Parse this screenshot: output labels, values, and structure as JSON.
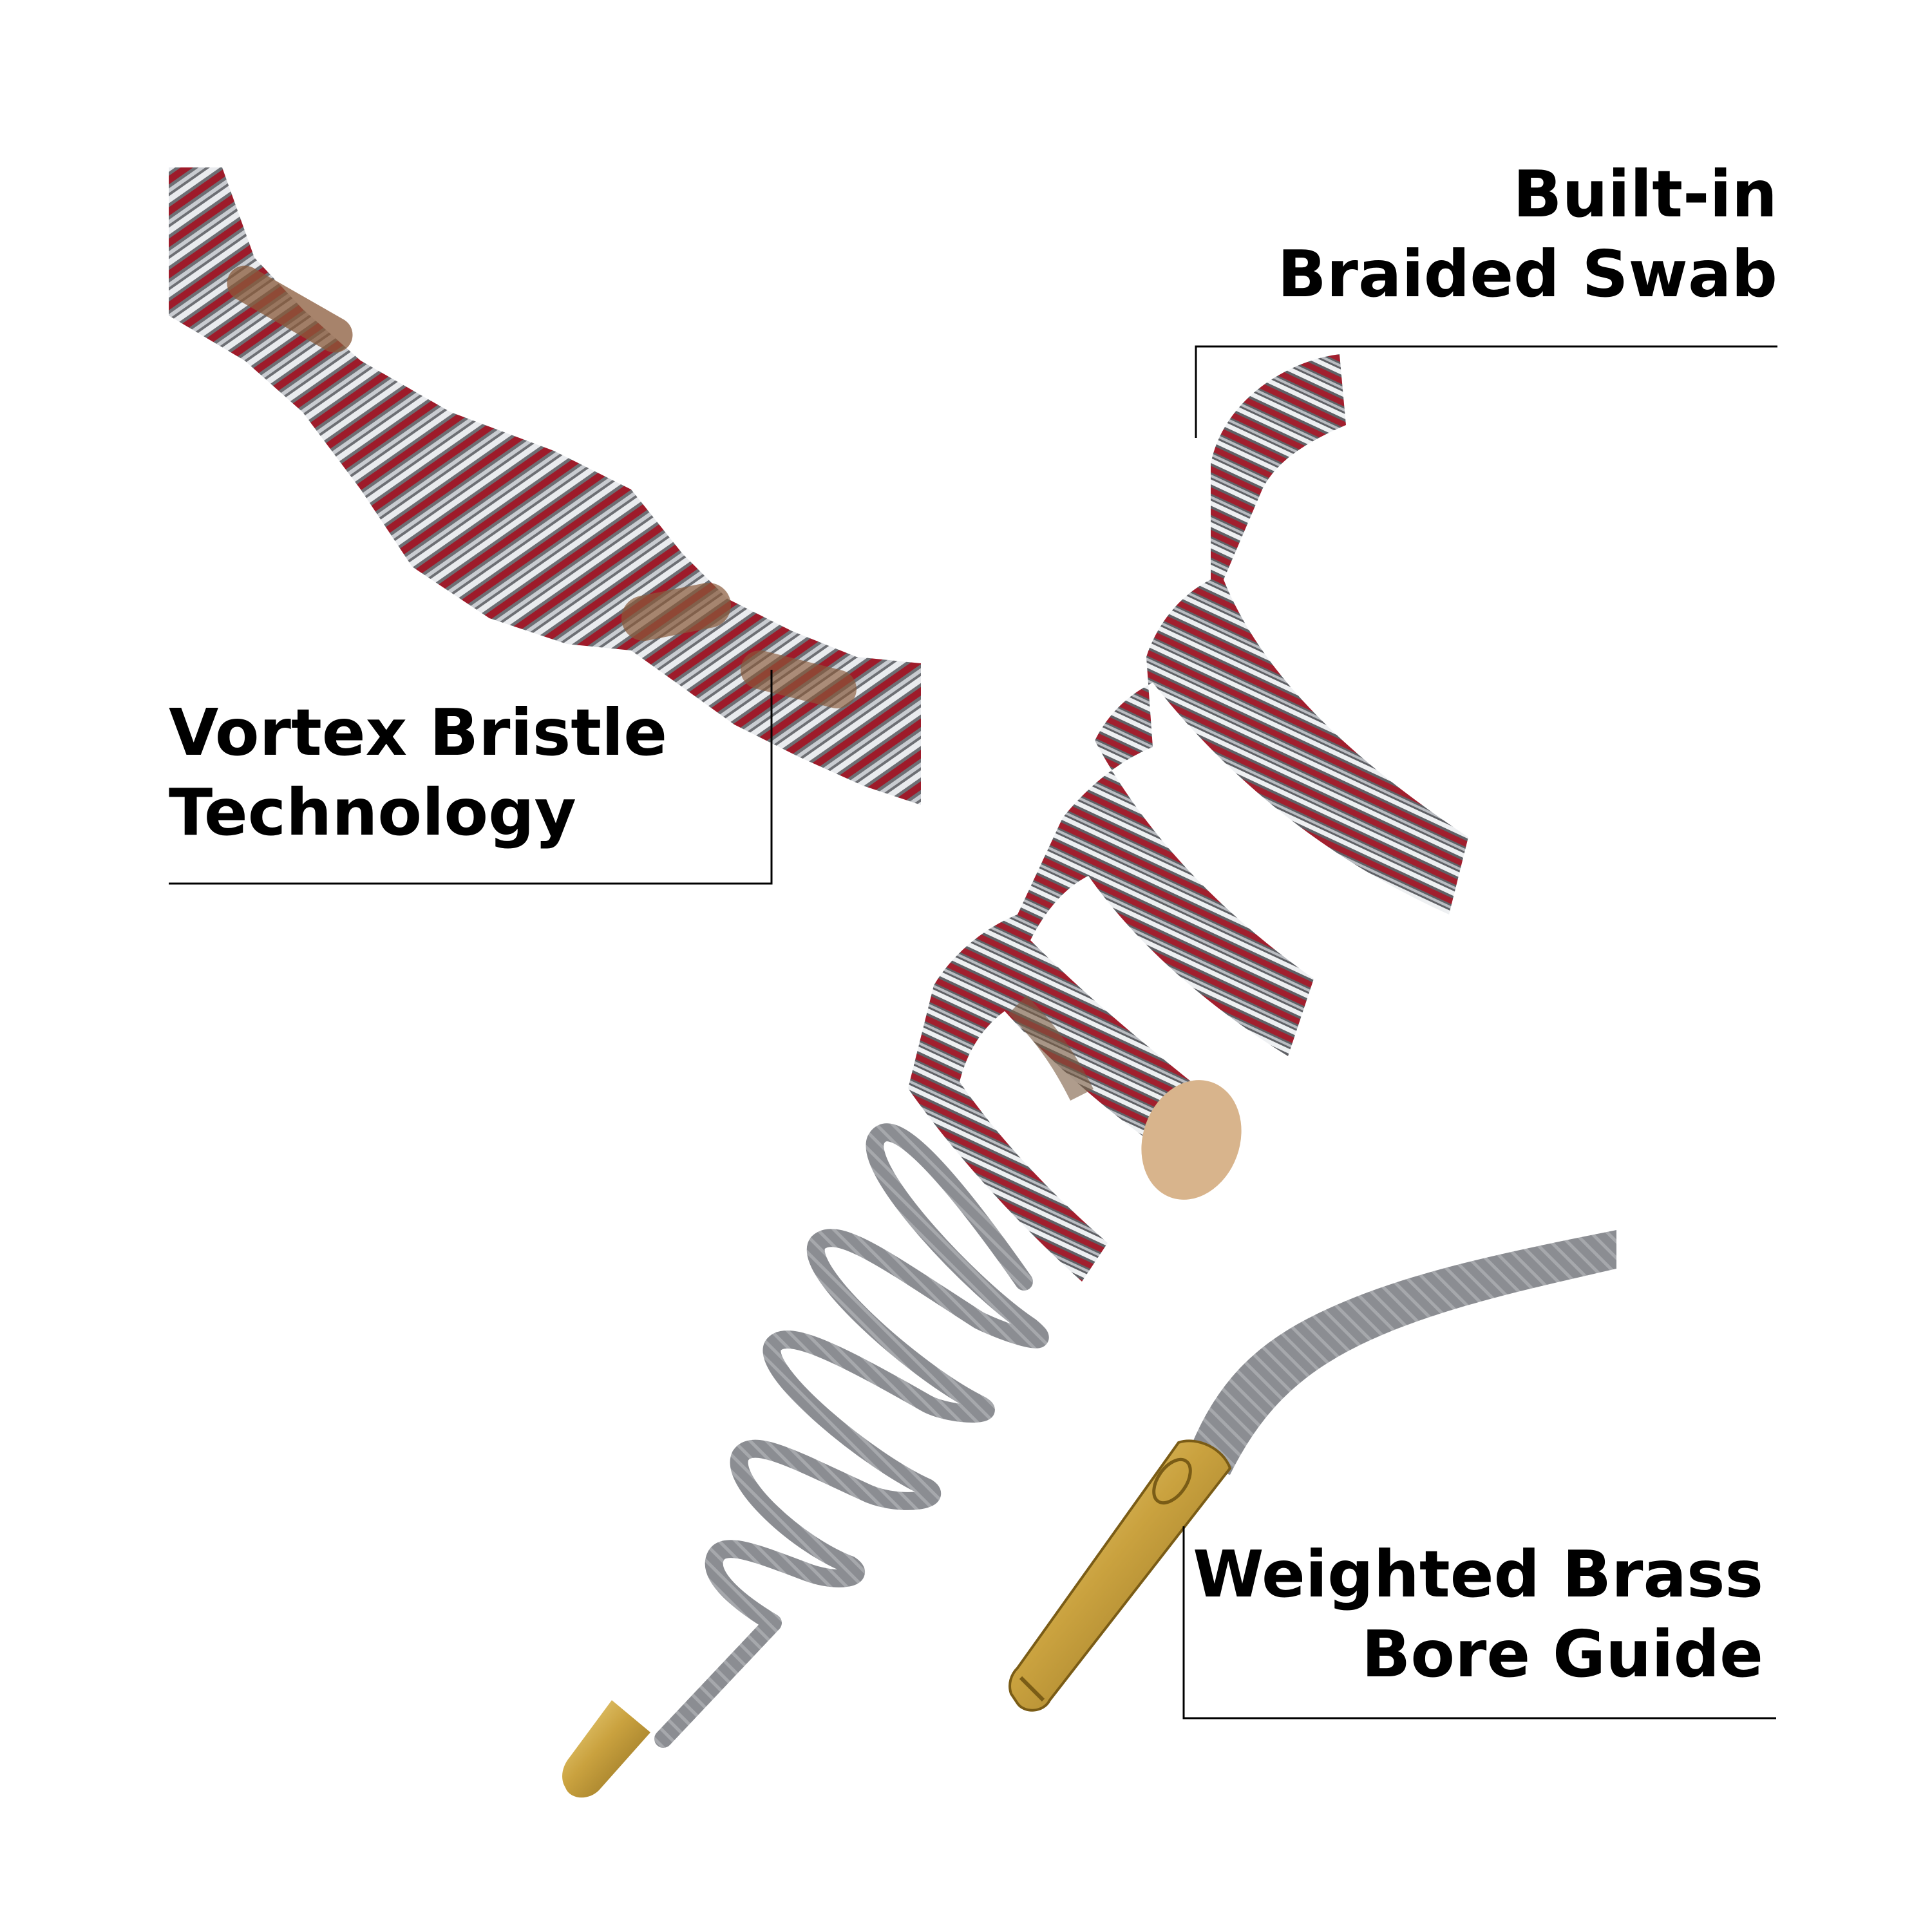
{
  "callouts": {
    "braided_swab": {
      "line1": "Built-in",
      "line2": "Braided Swab"
    },
    "vortex_bristle": {
      "line1": "Vortex Bristle",
      "line2": "Technology"
    },
    "brass_guide": {
      "line1": "Weighted Brass",
      "line2": "Bore Guide"
    }
  },
  "colors": {
    "background": "#ffffff",
    "text": "#000000",
    "swab_red": "#9e1b2a",
    "swab_gray": "#6d6f74",
    "swab_white": "#e9ebee",
    "pull_cord": "#8b8d92",
    "brass": "#caa23f",
    "bristle": "#9a6a48"
  }
}
